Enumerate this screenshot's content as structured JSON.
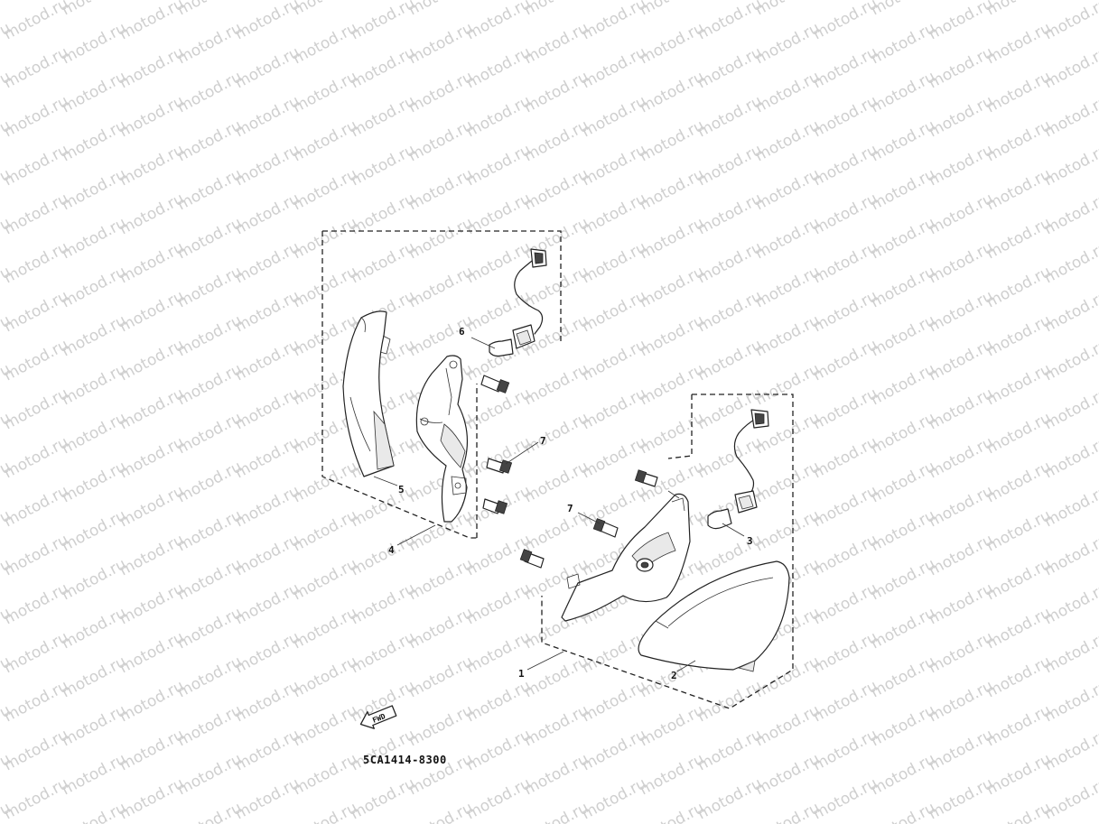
{
  "watermark": {
    "text": "motod.ru",
    "color": "#cfcfcf"
  },
  "diagram": {
    "part_number": "5CA1414-8300",
    "fwd_label": "FWD",
    "callouts": [
      {
        "id": "1",
        "label": "1"
      },
      {
        "id": "2",
        "label": "2"
      },
      {
        "id": "3",
        "label": "3"
      },
      {
        "id": "4",
        "label": "4"
      },
      {
        "id": "5",
        "label": "5"
      },
      {
        "id": "6",
        "label": "6"
      },
      {
        "id": "7a",
        "label": "7"
      },
      {
        "id": "7b",
        "label": "7"
      }
    ]
  }
}
